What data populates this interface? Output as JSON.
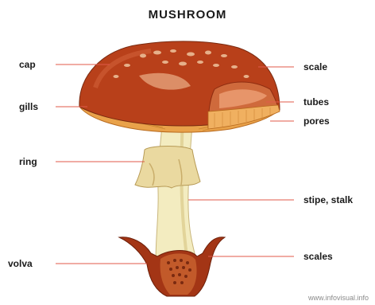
{
  "title": "MUSHROOM",
  "labels": {
    "cap": "cap",
    "gills": "gills",
    "ring": "ring",
    "volva": "volva",
    "scale": "scale",
    "tubes": "tubes",
    "pores": "pores",
    "stipe": "stipe, stalk",
    "scales": "scales"
  },
  "credit": "www.infovisual.info",
  "colors": {
    "cap": "#b8401a",
    "cap_dark": "#8e2c10",
    "gill_underside": "#e9a24a",
    "stem": "#f3ecc0",
    "ring": "#ead9a0",
    "volva": "#a33515",
    "leader_line": "#e05a4a"
  }
}
